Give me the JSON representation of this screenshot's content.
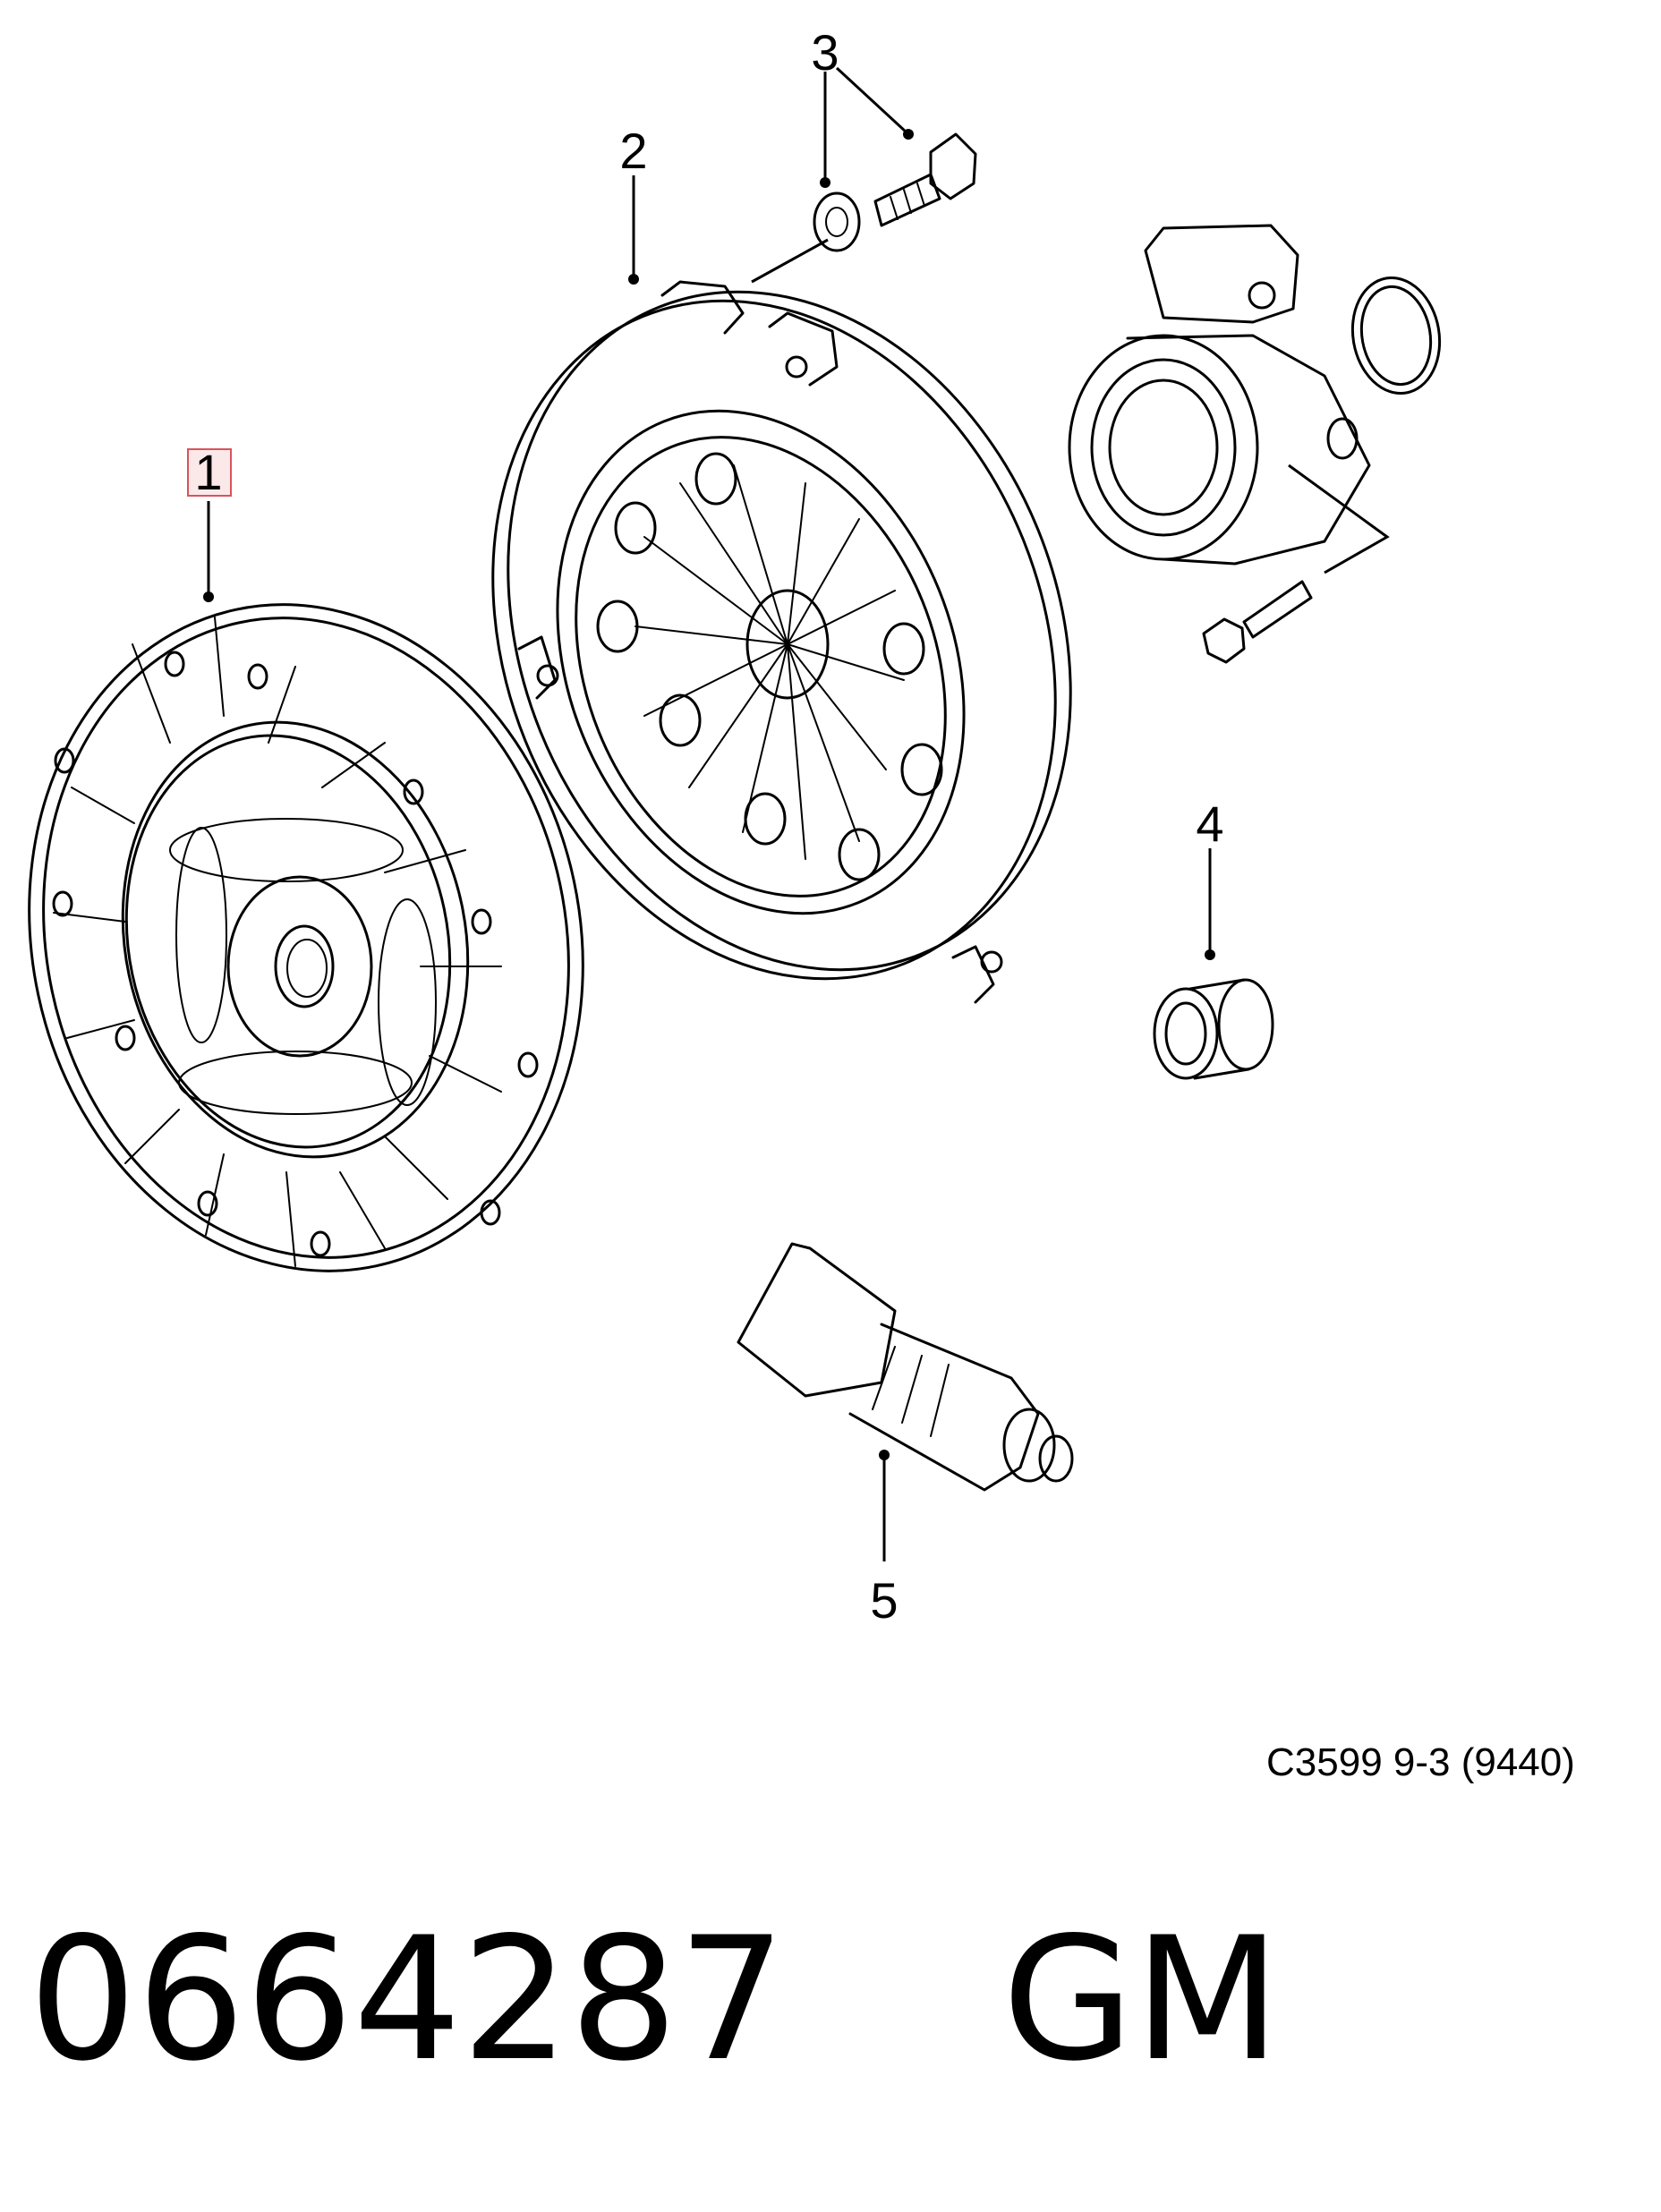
{
  "callouts": {
    "c1": "1",
    "c2": "2",
    "c3": "3",
    "c4": "4",
    "c5": "5"
  },
  "figure_code": "C3599 9-3 (9440)",
  "part_number": "0664287    GM",
  "colors": {
    "line": "#000000",
    "highlight_fill": "#fbe9ea",
    "highlight_stroke": "#d9535c"
  }
}
